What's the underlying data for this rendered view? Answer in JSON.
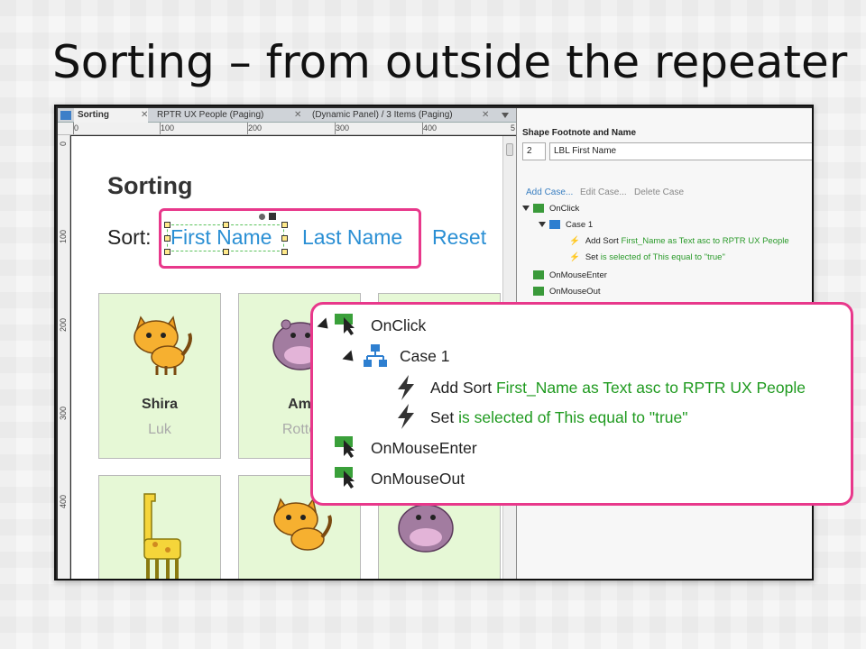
{
  "slide": {
    "title": "Sorting – from outside the repeater"
  },
  "tabs": [
    {
      "label": "Sorting",
      "active": true
    },
    {
      "label": "RPTR UX People (Paging)",
      "active": false
    },
    {
      "label": "(Dynamic Panel) / 3 Items (Paging)",
      "active": false
    }
  ],
  "ruler": {
    "h_labels": [
      "0",
      "100",
      "200",
      "300",
      "400",
      "5"
    ],
    "v_labels": [
      "0",
      "100",
      "200",
      "300",
      "400"
    ]
  },
  "canvas": {
    "heading": "Sorting",
    "sort_label": "Sort:",
    "links": [
      "First Name",
      "Last Name",
      "Reset"
    ],
    "cards": [
      {
        "first": "Shira",
        "last": "Luk",
        "animal": "cat"
      },
      {
        "first": "Am",
        "last": "Rotte",
        "animal": "hippo"
      },
      {
        "first": "",
        "last": "",
        "animal": "partial"
      },
      {
        "first": "",
        "last": "",
        "animal": "giraffe"
      },
      {
        "first": "",
        "last": "",
        "animal": "cat"
      },
      {
        "first": "",
        "last": "",
        "animal": "hippo"
      }
    ]
  },
  "panel": {
    "title": "Shape Footnote and Name",
    "footnote": "2",
    "shape_name": "LBL First Name",
    "case_links": [
      "Add Case...",
      "Edit Case...",
      "Delete Case"
    ],
    "tree": {
      "onclick": "OnClick",
      "case": "Case 1",
      "action1_verb": "Add Sort",
      "action1_detail": "First_Name as Text asc to RPTR UX People",
      "action2_verb": "Set",
      "action2_detail": "is selected of This equal to \"true\"",
      "onmouseenter": "OnMouseEnter",
      "onmouseout": "OnMouseOut"
    }
  },
  "colors": {
    "highlight": "#e8388b",
    "link": "#2a8fd4",
    "card_bg": "#e6f8d6",
    "action_green": "#1f9a1f"
  }
}
